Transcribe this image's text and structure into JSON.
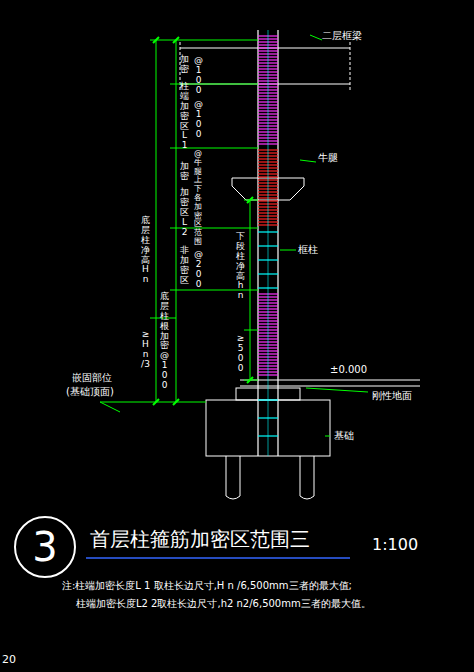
{
  "diagram": {
    "title": "首层柱箍筋加密区范围三",
    "nodes": [
      {
        "text": [
          "3"
        ]
      }
    ],
    "edges": [],
    "labels": [
      "二层框梁",
      "牛腿",
      "框柱",
      "±0.000",
      "刚性地面",
      "基础",
      "嵌固部位",
      "(基础顶面)",
      "底层柱净高H n",
      "≥H n /3",
      "底层柱根加密@100",
      "加密",
      "柱端加密区L 1",
      "加密",
      "加密区L 2",
      "非加密区",
      "@100",
      "@100",
      "@牛腿上下各加密区范围",
      "@200",
      "下段柱净高h n",
      "≥500",
      "1:100",
      "注:柱端加密长度L 1 取柱长边尺寸,H n /6,500mm三者的最大值;",
      "柱端加密长度L2 2取柱长边尺寸,h2 n2/6,500mm三者的最大值。",
      "20"
    ]
  }
}
